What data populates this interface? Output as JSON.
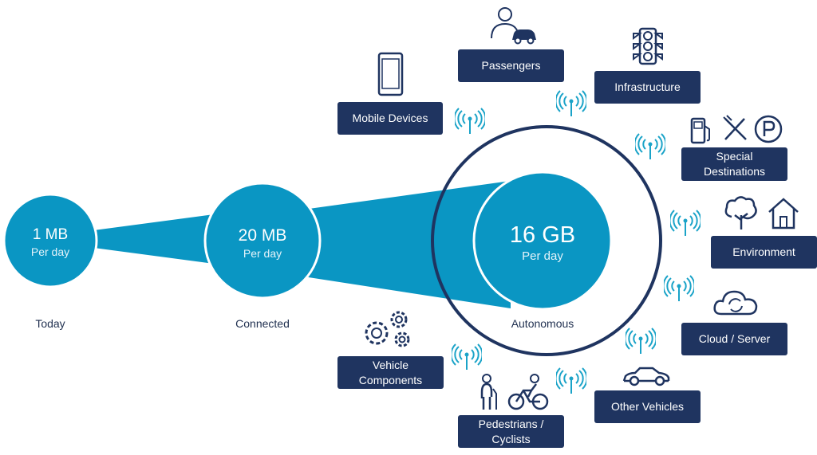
{
  "stages": [
    {
      "amount": "1 MB",
      "per": "Per day",
      "label": "Today"
    },
    {
      "amount": "20 MB",
      "per": "Per day",
      "label": "Connected"
    },
    {
      "amount": "16 GB",
      "per": "Per day",
      "label": "Autonomous"
    }
  ],
  "sources": {
    "mobile_devices": "Mobile Devices",
    "passengers": "Passengers",
    "infrastructure": "Infrastructure",
    "special_destinations": [
      "Special",
      "Destinations"
    ],
    "environment": "Environment",
    "cloud_server": "Cloud / Server",
    "other_vehicles": "Other Vehicles",
    "pedestrians_cyclists": [
      "Pedestrians /",
      "Cyclists"
    ],
    "vehicle_components": [
      "Vehicle",
      "Components"
    ]
  },
  "colors": {
    "bubble": "#0a96c3",
    "box": "#1f3460",
    "ring": "#1f3460",
    "antenna": "#1aa3c8"
  },
  "icons": [
    "smartphone-icon",
    "person-car-icon",
    "traffic-light-icon",
    "fuel-pump-icon",
    "restaurant-icon",
    "parking-icon",
    "tree-icon",
    "house-icon",
    "cloud-sync-icon",
    "car-icon",
    "pedestrian-icon",
    "cyclist-icon",
    "gears-icon",
    "antenna-icon"
  ]
}
